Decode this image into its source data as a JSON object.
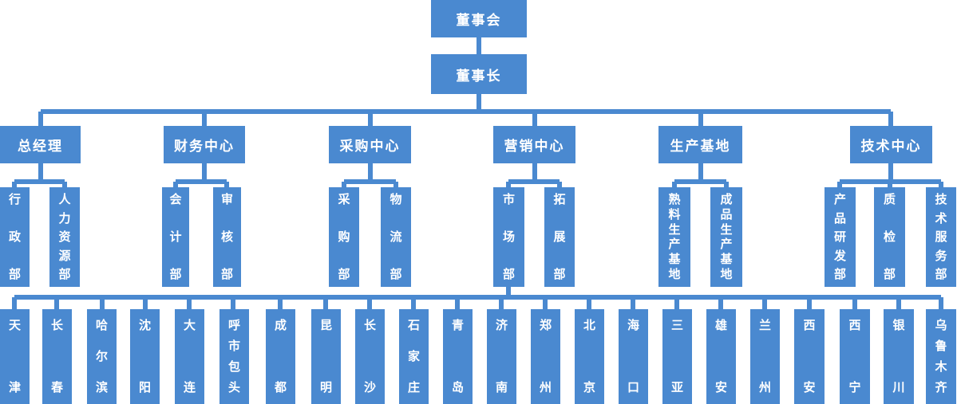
{
  "colors": {
    "node_fill": "#4a89d0",
    "node_text": "#ffffff",
    "connector": "#4a89d0",
    "background": "#ffffff"
  },
  "org_chart": {
    "root": "董事会",
    "chairman": "董事长",
    "centers": [
      {
        "label": "总经理",
        "children": [
          "行政部",
          "人力资源部"
        ]
      },
      {
        "label": "财务中心",
        "children": [
          "会计部",
          "审核部"
        ]
      },
      {
        "label": "采购中心",
        "children": [
          "采购部",
          "物流部"
        ]
      },
      {
        "label": "营销中心",
        "children": [
          "市场部",
          "拓展部"
        ]
      },
      {
        "label": "生产基地",
        "children": [
          "熟料生产基地",
          "成品生产基地"
        ]
      },
      {
        "label": "技术中心",
        "children": [
          "产品研发部",
          "质检部",
          "技术服务部"
        ]
      }
    ],
    "cities": [
      "天津",
      "长春",
      "哈尔滨",
      "沈阳",
      "大连",
      "呼市包头",
      "成都",
      "昆明",
      "长沙",
      "石家庄",
      "青岛",
      "济南",
      "郑州",
      "北京",
      "海口",
      "三亚",
      "雄安",
      "兰州",
      "西安",
      "西宁",
      "银川",
      "乌鲁木齐"
    ]
  }
}
